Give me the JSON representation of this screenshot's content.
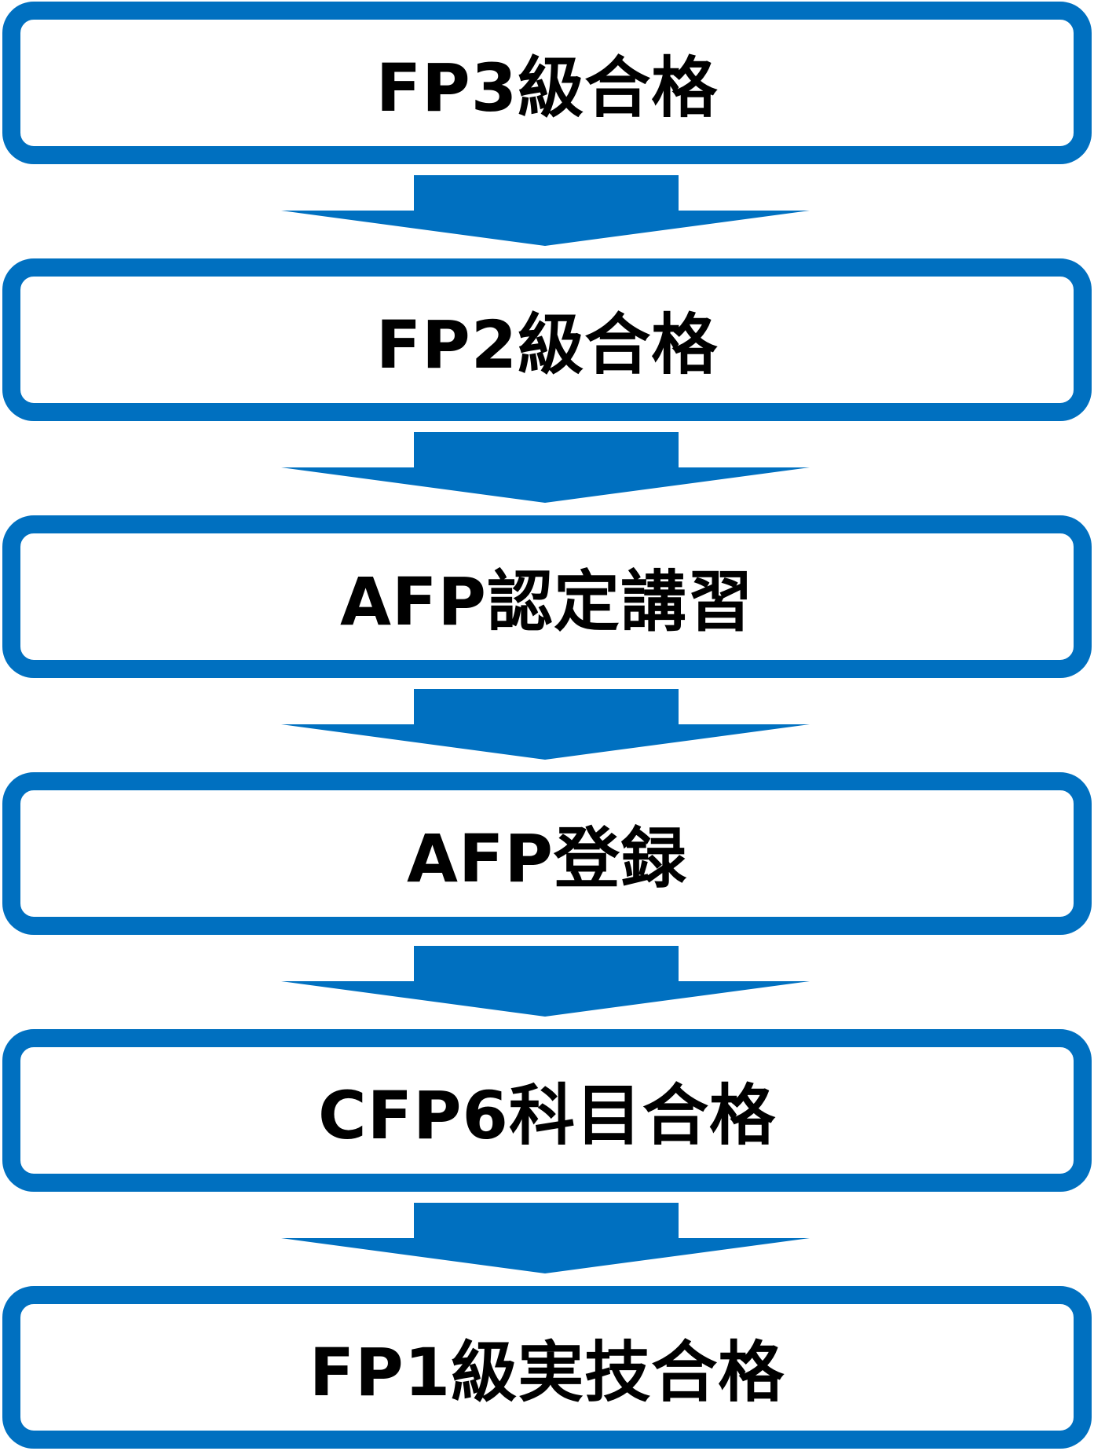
{
  "steps": [
    {
      "label": "FP3級合格"
    },
    {
      "label": "FP2級合格"
    },
    {
      "label": "AFP認定講習"
    },
    {
      "label": "AFP登録"
    },
    {
      "label": "CFP6科目合格"
    },
    {
      "label": "FP1級実技合格"
    }
  ],
  "colors": {
    "accent": "#0070C0"
  }
}
